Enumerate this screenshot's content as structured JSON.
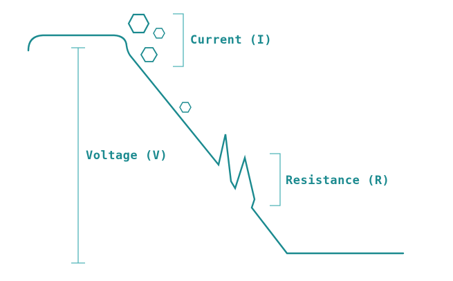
{
  "labels": {
    "current": "Current (I)",
    "voltage": "Voltage (V)",
    "resistance": "Resistance (R)"
  },
  "colors": {
    "stroke": "#1b8a8f",
    "text": "#1b8a8f",
    "bracket": "#4fb3b8",
    "background": "#ffffff"
  },
  "icons": {
    "particles": "hexagon-particle-icon"
  }
}
